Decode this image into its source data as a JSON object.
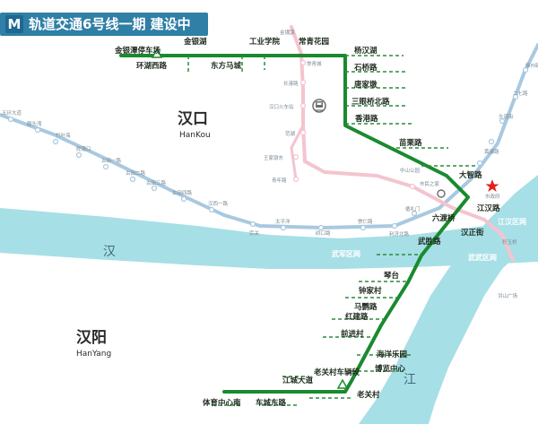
{
  "title": {
    "logo_letter": "M",
    "text": "轨道交通6号线一期 建设中"
  },
  "colors": {
    "line6": "#1a8a2e",
    "line1": "#a8c9e0",
    "line2": "#f4c4cf",
    "river": "#a7dfe6",
    "title_bg": "#2f7fa6",
    "logo_bg": "#1e6892",
    "stub": "#2d8a3c",
    "star": "#e0221c"
  },
  "districts": [
    {
      "name": "汉口",
      "en": "HanKou"
    },
    {
      "name": "汉阳",
      "en": "HanYang"
    }
  ],
  "rivers": [
    {
      "text": "汉"
    },
    {
      "text": "江"
    },
    {
      "text": "武军区网"
    },
    {
      "text": "武武区网"
    },
    {
      "text": "江汉区网"
    }
  ],
  "line6_stations": [
    {
      "name": "金银潭停车场"
    },
    {
      "name": "环湖西路"
    },
    {
      "name": "金银湖"
    },
    {
      "name": "东方马城"
    },
    {
      "name": "工业学院"
    },
    {
      "name": "常青花园"
    },
    {
      "name": "杨汉湖"
    },
    {
      "name": "石桥路"
    },
    {
      "name": "唐家墩"
    },
    {
      "name": "三眼桥北路"
    },
    {
      "name": "香港路"
    },
    {
      "name": "苗栗路"
    },
    {
      "name": "大智路"
    },
    {
      "name": "江汉路"
    },
    {
      "name": "六渡桥"
    },
    {
      "name": "汉正街"
    },
    {
      "name": "武胜路"
    },
    {
      "name": "琴台"
    },
    {
      "name": "钟家村"
    },
    {
      "name": "马鹦路"
    },
    {
      "name": "红建路"
    },
    {
      "name": "前进村"
    },
    {
      "name": "海洋乐园"
    },
    {
      "name": "博览中心"
    },
    {
      "name": "老关村"
    },
    {
      "name": "老关村车辆段"
    },
    {
      "name": "江城大道"
    },
    {
      "name": "车城东路"
    },
    {
      "name": "体育中心南"
    }
  ],
  "other_stations": [
    {
      "name": "五环大道"
    },
    {
      "name": "额头湾"
    },
    {
      "name": "竹叶海"
    },
    {
      "name": "舵落口"
    },
    {
      "name": "古田一路"
    },
    {
      "name": "古田二路"
    },
    {
      "name": "古田三路"
    },
    {
      "name": "古田四路"
    },
    {
      "name": "汉西一路"
    },
    {
      "name": "宗关"
    },
    {
      "name": "太平洋"
    },
    {
      "name": "硚口路"
    },
    {
      "name": "崇仁路"
    },
    {
      "name": "利济北路"
    },
    {
      "name": "循礼门"
    },
    {
      "name": "金银潭"
    },
    {
      "name": "常青城"
    },
    {
      "name": "长港路"
    },
    {
      "name": "汉口火车站"
    },
    {
      "name": "范湖"
    },
    {
      "name": "王家墩东"
    },
    {
      "name": "青年路"
    },
    {
      "name": "中山公园"
    },
    {
      "name": "市民之家"
    },
    {
      "name": "黄浦路"
    },
    {
      "name": "头道街"
    },
    {
      "name": "二七路"
    },
    {
      "name": "徐州新村"
    },
    {
      "name": "市政府"
    },
    {
      "name": "积玉桥"
    },
    {
      "name": "洪山广场"
    }
  ],
  "transfer_station": {
    "name": "汉口火车站"
  },
  "landmark": {
    "name": "市政府"
  }
}
